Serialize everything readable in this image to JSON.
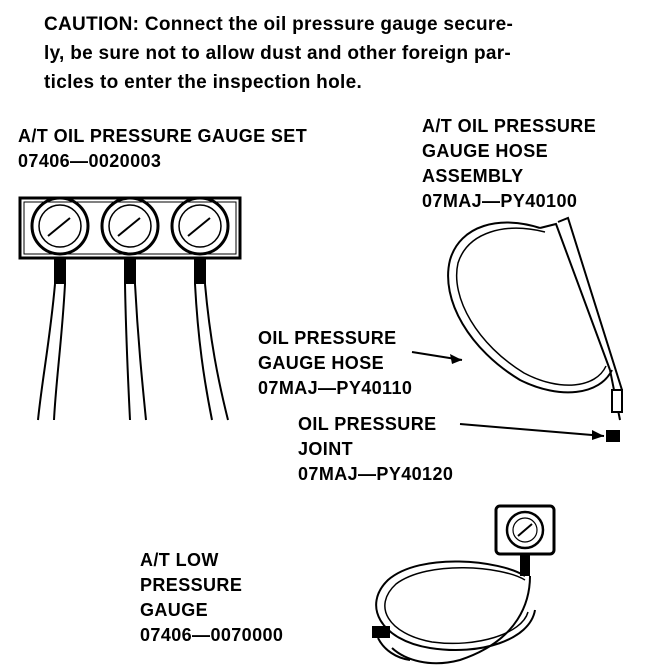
{
  "caution": {
    "lines": [
      "CAUTION:  Connect the oil pressure gauge secure-",
      "ly, be sure not to allow dust and other foreign par-",
      "ticles to enter the inspection hole."
    ]
  },
  "labels": {
    "gauge_set": {
      "line1": "A/T OIL PRESSURE GAUGE SET",
      "line2": "07406—0020003"
    },
    "hose_assembly": {
      "line1": "A/T OIL PRESSURE",
      "line2": "GAUGE HOSE",
      "line3": "ASSEMBLY",
      "line4": "07MAJ—PY40100"
    },
    "hose": {
      "line1": "OIL PRESSURE",
      "line2": "GAUGE HOSE",
      "line3": "07MAJ—PY40110"
    },
    "joint": {
      "line1": "OIL PRESSURE",
      "line2": "JOINT",
      "line3": "07MAJ—PY40120"
    },
    "low_gauge": {
      "line1": "A/T LOW",
      "line2": "PRESSURE",
      "line3": "GAUGE",
      "line4": "07406—0070000"
    }
  }
}
